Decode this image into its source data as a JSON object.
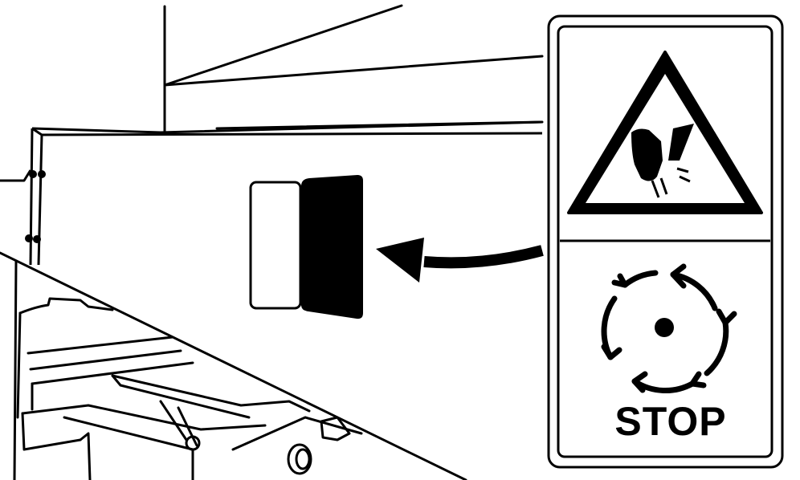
{
  "illustration": {
    "description_role": "machine-panel-warning-label-location",
    "colors": {
      "ink": "#000000",
      "paper": "#ffffff"
    }
  },
  "warning_label": {
    "hazard_icon": "hand-cutting-hazard-icon",
    "rotation_icon": "rotating-parts-icon",
    "text": "STOP"
  },
  "pointer": {
    "icon": "curved-arrow-icon",
    "direction": "left"
  }
}
